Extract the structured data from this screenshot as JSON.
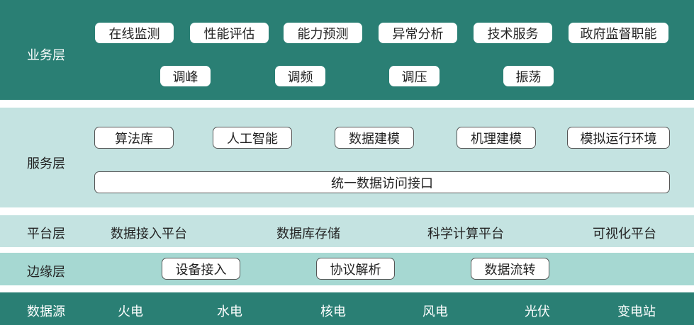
{
  "business": {
    "title": "业务层",
    "row1": [
      "在线监测",
      "性能评估",
      "能力预测",
      "异常分析",
      "技术服务",
      "政府监督职能"
    ],
    "row2": [
      "调峰",
      "调频",
      "调压",
      "振荡"
    ]
  },
  "service": {
    "title": "服务层",
    "items": [
      "算法库",
      "人工智能",
      "数据建模",
      "机理建模",
      "模拟运行环境"
    ],
    "interface": "统一数据访问接口"
  },
  "platform": {
    "title": "平台层",
    "items": [
      "数据接入平台",
      "数据库存储",
      "科学计算平台",
      "可视化平台"
    ]
  },
  "edge": {
    "title": "边缘层",
    "items": [
      "设备接入",
      "协议解析",
      "数据流转"
    ]
  },
  "source": {
    "title": "数据源",
    "items": [
      "火电",
      "水电",
      "核电",
      "风电",
      "光伏",
      "变电站"
    ]
  }
}
